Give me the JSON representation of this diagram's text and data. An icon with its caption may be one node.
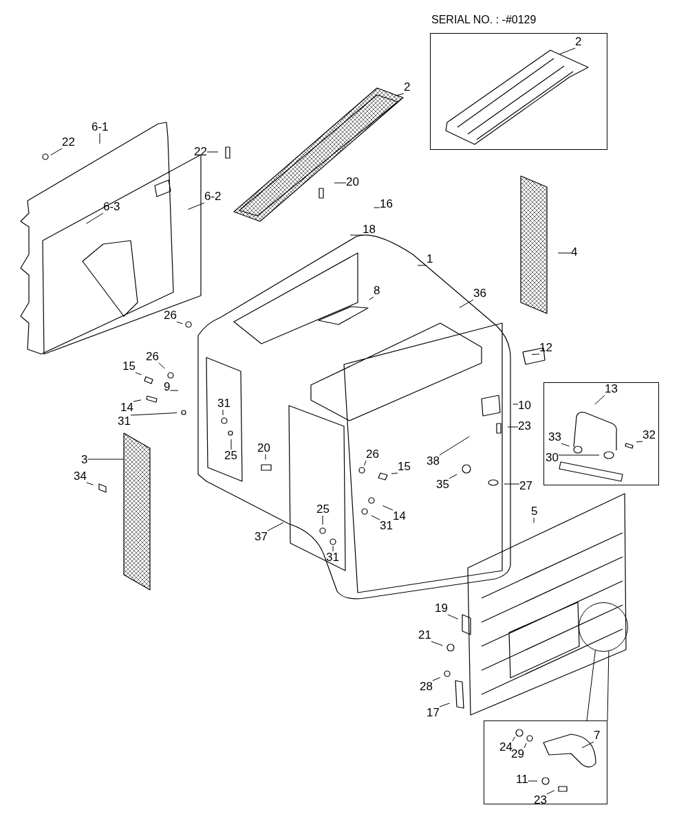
{
  "diagram": {
    "nodes": [
      {
        "text": [
          "SERIAL NO. : -#0129"
        ]
      },
      {
        "text": [],
        "shape": "box"
      },
      {
        "text": [],
        "shape": "box"
      },
      {
        "text": [],
        "shape": "circle"
      },
      {
        "text": [
          "2"
        ],
        "in": 0
      },
      {
        "text": [
          "2"
        ]
      },
      {
        "text": [
          "6-1"
        ]
      },
      {
        "text": [
          "22"
        ]
      },
      {
        "text": [
          "22"
        ]
      },
      {
        "text": [
          "20"
        ]
      },
      {
        "text": [
          "16"
        ]
      },
      {
        "text": [
          "6-3"
        ]
      },
      {
        "text": [
          "6-2"
        ]
      },
      {
        "text": [
          "18"
        ]
      },
      {
        "text": [
          "4"
        ]
      },
      {
        "text": [
          "1"
        ]
      },
      {
        "text": [
          "8"
        ]
      },
      {
        "text": [
          "36"
        ]
      },
      {
        "text": [
          "26"
        ]
      },
      {
        "text": [
          "12"
        ]
      },
      {
        "text": [
          "26"
        ]
      },
      {
        "text": [
          "15"
        ]
      },
      {
        "text": [
          "9"
        ]
      },
      {
        "text": [
          "10"
        ]
      },
      {
        "text": [
          "14"
        ]
      },
      {
        "text": [
          "31"
        ]
      },
      {
        "text": [
          "23"
        ]
      },
      {
        "text": [
          "31"
        ]
      },
      {
        "text": [
          "25"
        ]
      },
      {
        "text": [
          "3"
        ]
      },
      {
        "text": [
          "20"
        ]
      },
      {
        "text": [
          "26"
        ]
      },
      {
        "text": [
          "15"
        ]
      },
      {
        "text": [
          "38"
        ]
      },
      {
        "text": [
          "34"
        ]
      },
      {
        "text": [
          "35"
        ]
      },
      {
        "text": [
          "27"
        ]
      },
      {
        "text": [
          "14"
        ]
      },
      {
        "text": [
          "31"
        ]
      },
      {
        "text": [
          "25"
        ]
      },
      {
        "text": [
          "37"
        ]
      },
      {
        "text": [
          "31"
        ]
      },
      {
        "text": [
          "5"
        ]
      },
      {
        "text": [
          "13"
        ],
        "in": 1
      },
      {
        "text": [
          "33"
        ],
        "in": 1
      },
      {
        "text": [
          "30"
        ],
        "in": 1
      },
      {
        "text": [
          "32"
        ],
        "in": 1
      },
      {
        "text": [
          "19"
        ]
      },
      {
        "text": [
          "21"
        ]
      },
      {
        "text": [
          "28"
        ]
      },
      {
        "text": [
          "17"
        ]
      },
      {
        "text": [
          "7"
        ],
        "in": 2
      },
      {
        "text": [
          "24"
        ],
        "in": 2
      },
      {
        "text": [
          "29"
        ],
        "in": 2
      },
      {
        "text": [
          "11"
        ],
        "in": 2
      },
      {
        "text": [
          "23"
        ],
        "in": 2
      },
      {
        "text": [],
        "shape": "box"
      }
    ],
    "edges": [
      {
        "from": 3,
        "to": 2,
        "arrow": "none"
      },
      {
        "from": 3,
        "to": 2,
        "arrow": "none"
      },
      {
        "from": 4,
        "to": null,
        "arrow": "none"
      },
      {
        "from": 5,
        "to": null,
        "arrow": "none"
      },
      {
        "from": 6,
        "to": null,
        "arrow": "none"
      },
      {
        "from": 7,
        "to": null,
        "arrow": "none"
      },
      {
        "from": 8,
        "to": null,
        "arrow": "none"
      },
      {
        "from": 9,
        "to": null,
        "arrow": "none"
      },
      {
        "from": 10,
        "to": null,
        "arrow": "none"
      },
      {
        "from": 11,
        "to": null,
        "arrow": "none"
      },
      {
        "from": 12,
        "to": null,
        "arrow": "none"
      },
      {
        "from": 13,
        "to": null,
        "arrow": "none"
      },
      {
        "from": 14,
        "to": null,
        "arrow": "none"
      },
      {
        "from": 15,
        "to": null,
        "arrow": "none"
      },
      {
        "from": 16,
        "to": null,
        "arrow": "none"
      },
      {
        "from": 17,
        "to": null,
        "arrow": "none"
      },
      {
        "from": 18,
        "to": null,
        "arrow": "none"
      },
      {
        "from": 19,
        "to": null,
        "arrow": "none"
      },
      {
        "from": 20,
        "to": null,
        "arrow": "none"
      },
      {
        "from": 21,
        "to": null,
        "arrow": "none"
      },
      {
        "from": 22,
        "to": null,
        "arrow": "none"
      },
      {
        "from": 23,
        "to": null,
        "arrow": "none"
      },
      {
        "from": 24,
        "to": null,
        "arrow": "none"
      },
      {
        "from": 25,
        "to": null,
        "arrow": "none"
      },
      {
        "from": 26,
        "to": null,
        "arrow": "none"
      },
      {
        "from": 27,
        "to": null,
        "arrow": "none"
      },
      {
        "from": 28,
        "to": null,
        "arrow": "none"
      },
      {
        "from": 29,
        "to": 56,
        "arrow": "none"
      },
      {
        "from": 30,
        "to": null,
        "arrow": "none"
      },
      {
        "from": 31,
        "to": null,
        "arrow": "none"
      },
      {
        "from": 32,
        "to": null,
        "arrow": "none"
      },
      {
        "from": 33,
        "to": null,
        "arrow": "none"
      },
      {
        "from": 34,
        "to": null,
        "arrow": "none"
      },
      {
        "from": 35,
        "to": null,
        "arrow": "none"
      },
      {
        "from": 36,
        "to": null,
        "arrow": "none"
      },
      {
        "from": 37,
        "to": null,
        "arrow": "none"
      },
      {
        "from": 38,
        "to": null,
        "arrow": "none"
      },
      {
        "from": 39,
        "to": null,
        "arrow": "none"
      },
      {
        "from": 40,
        "to": null,
        "arrow": "none"
      },
      {
        "from": 41,
        "to": null,
        "arrow": "none"
      },
      {
        "from": 42,
        "to": null,
        "arrow": "none"
      },
      {
        "from": 43,
        "to": null,
        "arrow": "none"
      },
      {
        "from": 44,
        "to": null,
        "arrow": "none"
      },
      {
        "from": 45,
        "to": null,
        "arrow": "none"
      },
      {
        "from": 46,
        "to": null,
        "arrow": "none"
      },
      {
        "from": 47,
        "to": null,
        "arrow": "none"
      },
      {
        "from": 48,
        "to": null,
        "arrow": "none"
      },
      {
        "from": 49,
        "to": null,
        "arrow": "none"
      },
      {
        "from": 50,
        "to": null,
        "arrow": "none"
      },
      {
        "from": 51,
        "to": null,
        "arrow": "none"
      },
      {
        "from": 52,
        "to": null,
        "arrow": "none"
      },
      {
        "from": 53,
        "to": null,
        "arrow": "none"
      },
      {
        "from": 54,
        "to": null,
        "arrow": "none"
      },
      {
        "from": 55,
        "to": null,
        "arrow": "none"
      }
    ]
  }
}
